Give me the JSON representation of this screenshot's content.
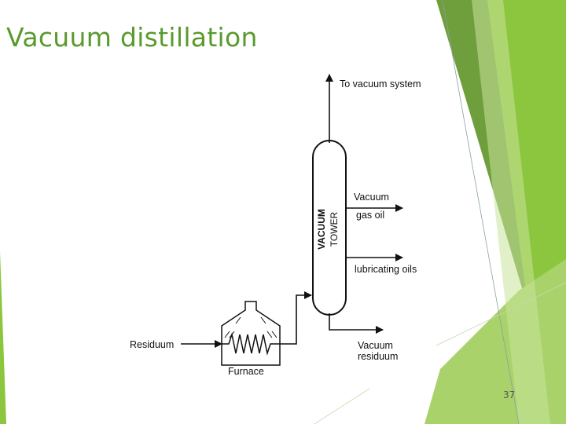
{
  "slide": {
    "title": "Vacuum distillation",
    "page_number": "37"
  },
  "colors": {
    "title": "#5a9a2c",
    "accent_dark": "#6a9a3a",
    "accent_mid": "#8fc23e",
    "accent_light": "#c8e39a"
  },
  "diagram": {
    "tower_label_1": "VACUUM",
    "tower_label_2": "TOWER",
    "labels": {
      "top_outlet": "To vacuum system",
      "vacuum_line1": "Vacuum",
      "vacuum_line2": "gas oil",
      "lubricating": "lubricating oils",
      "residuum_in": "Residuum",
      "furnace": "Furnace",
      "bottom_line1": "Vacuum",
      "bottom_line2": "residuum"
    }
  }
}
